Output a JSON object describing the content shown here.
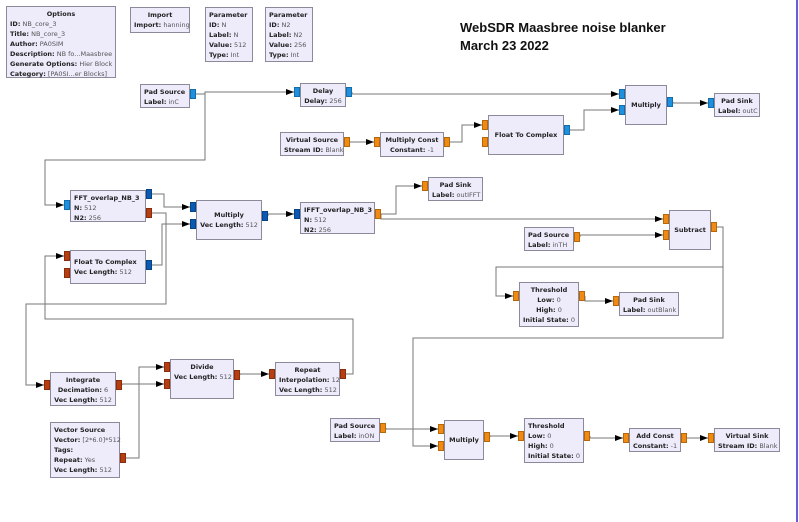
{
  "title": {
    "line1": "WebSDR Maasbree noise blanker",
    "line2": "March 23 2022"
  },
  "port_colors": {
    "complex": "#1e90e0",
    "float": "#f08a10",
    "vec_complex": "#0a5ab4",
    "vec_float": "#b63e10"
  },
  "blocks": {
    "options": {
      "title": "Options",
      "rows": [
        {
          "k": "ID:",
          "v": "NB_core_3"
        },
        {
          "k": "Title:",
          "v": "NB_core_3"
        },
        {
          "k": "Author:",
          "v": "PA0SIM"
        },
        {
          "k": "Description:",
          "v": "NB fo...Maasbree"
        },
        {
          "k": "Generate Options:",
          "v": "Hier Block"
        },
        {
          "k": "Category:",
          "v": "[PA0SI...er Blocks]"
        }
      ]
    },
    "import": {
      "title": "Import",
      "rows": [
        {
          "k": "Import:",
          "v": "hanning"
        }
      ]
    },
    "param_n": {
      "title": "Parameter",
      "rows": [
        {
          "k": "ID:",
          "v": "N"
        },
        {
          "k": "Label:",
          "v": "N"
        },
        {
          "k": "Value:",
          "v": "512"
        },
        {
          "k": "Type:",
          "v": "Int"
        }
      ]
    },
    "param_n2": {
      "title": "Parameter",
      "rows": [
        {
          "k": "ID:",
          "v": "N2"
        },
        {
          "k": "Label:",
          "v": "N2"
        },
        {
          "k": "Value:",
          "v": "256"
        },
        {
          "k": "Type:",
          "v": "Int"
        }
      ]
    },
    "pad_source_inc": {
      "title": "Pad Source",
      "rows": [
        {
          "k": "Label:",
          "v": "inC"
        }
      ]
    },
    "delay": {
      "title": "Delay",
      "rows": [
        {
          "k": "Delay:",
          "v": "256"
        }
      ]
    },
    "multiply_c": {
      "title": "Multiply",
      "rows": []
    },
    "pad_sink_outc": {
      "title": "Pad Sink",
      "rows": [
        {
          "k": "Label:",
          "v": "outC"
        }
      ]
    },
    "virtual_source": {
      "title": "Virtual Source",
      "rows": [
        {
          "k": "Stream ID:",
          "v": "Blank"
        }
      ]
    },
    "multiply_const": {
      "title": "Multiply Const",
      "rows": [
        {
          "k": "Constant:",
          "v": "-1"
        }
      ]
    },
    "float_to_complex_1": {
      "title": "Float To Complex",
      "rows": []
    },
    "fft": {
      "title": "FFT_overlap_NB_3",
      "rows": [
        {
          "k": "N:",
          "v": "512"
        },
        {
          "k": "N2:",
          "v": "256"
        }
      ]
    },
    "multiply_vec": {
      "title": "Multiply",
      "rows": [
        {
          "k": "Vec Length:",
          "v": "512"
        }
      ]
    },
    "ifft": {
      "title": "IFFT_overlap_NB_3",
      "rows": [
        {
          "k": "N:",
          "v": "512"
        },
        {
          "k": "N2:",
          "v": "256"
        }
      ]
    },
    "pad_sink_outifft": {
      "title": "Pad Sink",
      "rows": [
        {
          "k": "Label:",
          "v": "outIFFT"
        }
      ]
    },
    "float_to_complex_2": {
      "title": "Float To Complex",
      "rows": [
        {
          "k": "Vec Length:",
          "v": "512"
        }
      ]
    },
    "pad_source_inth": {
      "title": "Pad Source",
      "rows": [
        {
          "k": "Label:",
          "v": "inTH"
        }
      ]
    },
    "subtract": {
      "title": "Subtract",
      "rows": []
    },
    "threshold_1": {
      "title": "Threshold",
      "rows": [
        {
          "k": "Low:",
          "v": "0"
        },
        {
          "k": "High:",
          "v": "0"
        },
        {
          "k": "Initial State:",
          "v": "0"
        }
      ]
    },
    "pad_sink_outblank": {
      "title": "Pad Sink",
      "rows": [
        {
          "k": "Label:",
          "v": "outBlank"
        }
      ]
    },
    "integrate": {
      "title": "Integrate",
      "rows": [
        {
          "k": "Decimation:",
          "v": "6"
        },
        {
          "k": "Vec Length:",
          "v": "512"
        }
      ]
    },
    "divide": {
      "title": "Divide",
      "rows": [
        {
          "k": "Vec Length:",
          "v": "512"
        }
      ]
    },
    "repeat": {
      "title": "Repeat",
      "rows": [
        {
          "k": "Interpolation:",
          "v": "12"
        },
        {
          "k": "Vec Length:",
          "v": "512"
        }
      ]
    },
    "vector_source": {
      "title": "Vector Source",
      "rows": [
        {
          "k": "Vector:",
          "v": "[2*6.0]*512"
        },
        {
          "k": "Tags:",
          "v": ""
        },
        {
          "k": "Repeat:",
          "v": "Yes"
        },
        {
          "k": "Vec Length:",
          "v": "512"
        }
      ]
    },
    "pad_source_inon": {
      "title": "Pad Source",
      "rows": [
        {
          "k": "Label:",
          "v": "inON"
        }
      ]
    },
    "multiply_f": {
      "title": "Multiply",
      "rows": []
    },
    "threshold_2": {
      "title": "Threshold",
      "rows": [
        {
          "k": "Low:",
          "v": "0"
        },
        {
          "k": "High:",
          "v": "0"
        },
        {
          "k": "Initial State:",
          "v": "0"
        }
      ]
    },
    "add_const": {
      "title": "Add Const",
      "rows": [
        {
          "k": "Constant:",
          "v": "-1"
        }
      ]
    },
    "virtual_sink": {
      "title": "Virtual Sink",
      "rows": [
        {
          "k": "Stream ID:",
          "v": "Blank"
        }
      ]
    }
  }
}
